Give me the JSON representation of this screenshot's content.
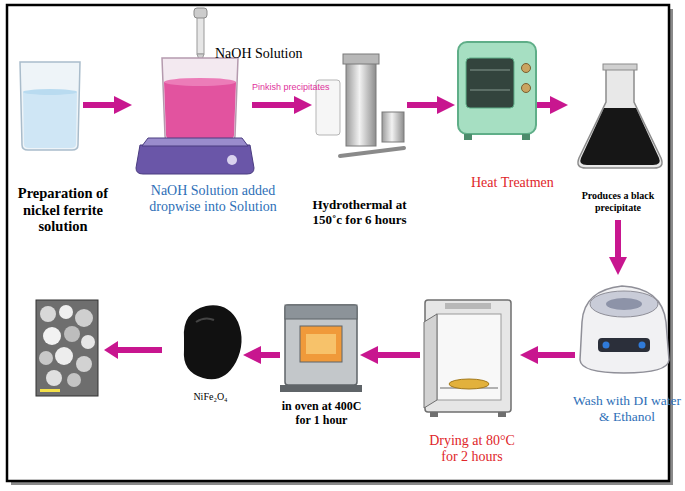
{
  "diagram": {
    "nodes": [
      {
        "text": [
          "Preparation of nickel ferrite solution"
        ]
      },
      {
        "text": [
          "NaOH Solution",
          "NaOH Solution added dropwise into Solution"
        ]
      },
      {
        "text": [
          "Hydrothermal at 150˚c for 6 hours"
        ]
      },
      {
        "text": [
          "Heat Treatmen"
        ]
      },
      {
        "text": [
          "Produces a black precipitate"
        ]
      },
      {
        "text": [
          "Wash with DI water & Ethanol"
        ]
      },
      {
        "text": [
          "Drying at 80°C for 2 hours"
        ]
      },
      {
        "text": [
          "in oven at 400C for 1 hour"
        ]
      },
      {
        "text": [
          "NiFe₂O₄"
        ]
      }
    ],
    "edges": [
      {
        "from": 0,
        "to": 1,
        "arrow": "to"
      },
      {
        "from": 1,
        "to": 2,
        "label": "Pinkish precipitates",
        "arrow": "to"
      },
      {
        "from": 2,
        "to": 3,
        "arrow": "to"
      },
      {
        "from": 3,
        "to": 4,
        "arrow": "to"
      },
      {
        "from": 4,
        "to": 5,
        "arrow": "to"
      },
      {
        "from": 5,
        "to": 6,
        "arrow": "to"
      },
      {
        "from": 6,
        "to": 7,
        "arrow": "to"
      },
      {
        "from": 7,
        "to": 8,
        "arrow": "to"
      }
    ]
  }
}
